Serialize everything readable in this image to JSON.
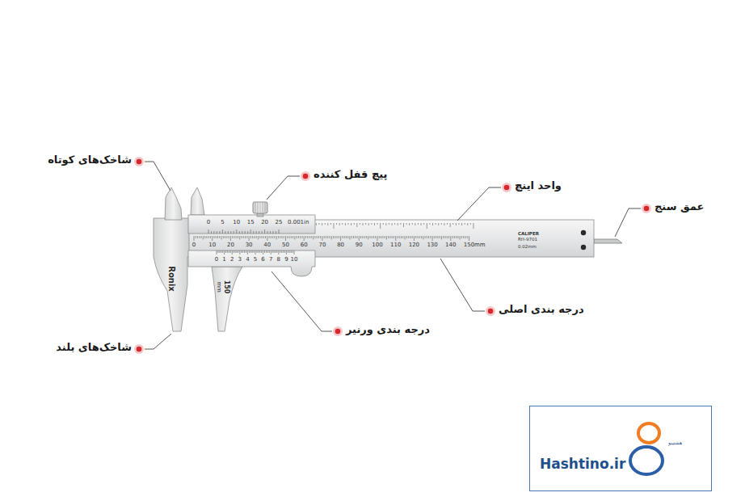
{
  "diagram": {
    "nodes": [
      {
        "text": [
          "Hashtino.ir",
          "هشتینو"
        ]
      }
    ],
    "labels": [
      "شاخک‌های کوتاه",
      "پیچ قفل کننده",
      "واحد اینچ",
      "عمق سنج",
      "درجه بندی اصلی",
      "درجه بندی ورنیر",
      "شاخک‌های بلند",
      "0",
      "10",
      "20",
      "30",
      "40",
      "50",
      "60",
      "70",
      "80",
      "90",
      "100",
      "110",
      "120",
      "130",
      "140",
      "150",
      "mm",
      "0",
      "5",
      "10",
      "15",
      "20",
      "25",
      "0.001in",
      "0",
      "1",
      "2",
      "3",
      "4",
      "5",
      "6",
      "7",
      "8",
      "9",
      "10",
      "Ronix",
      "150",
      "mm",
      "CALIPER",
      "RH-9701",
      "0.02mm"
    ]
  }
}
